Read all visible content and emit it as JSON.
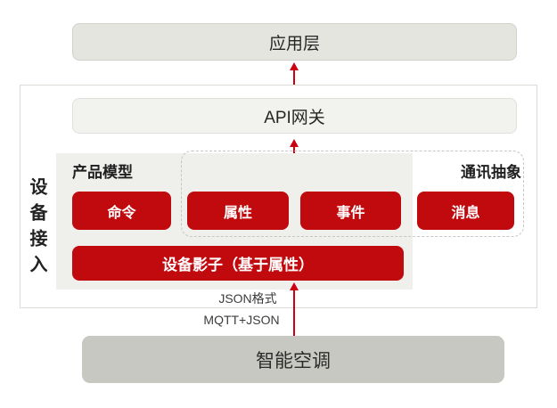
{
  "diagram": {
    "nodes": {
      "app_layer": {
        "label": "应用层"
      },
      "api_gateway": {
        "label": "API网关"
      },
      "device_access": {
        "label": "设备接入"
      },
      "product_model": {
        "label": "产品模型"
      },
      "comm_abstraction": {
        "label": "通讯抽象"
      },
      "command": {
        "label": "命令"
      },
      "property": {
        "label": "属性"
      },
      "event": {
        "label": "事件"
      },
      "message": {
        "label": "消息"
      },
      "device_shadow": {
        "label": "设备影子（基于属性）"
      },
      "smart_ac": {
        "label": "智能空调"
      }
    },
    "annotations": {
      "json_format": "JSON格式",
      "mqtt_json": "MQTT+JSON"
    },
    "colors": {
      "button_red": "#c00a0e",
      "arrow_red": "#cc0011",
      "panel_gray": "#efefeb",
      "app_layer_gray": "#e5e5df",
      "api_gateway_gray": "#f2f2ee",
      "device_gray": "#c8c8c2"
    }
  }
}
